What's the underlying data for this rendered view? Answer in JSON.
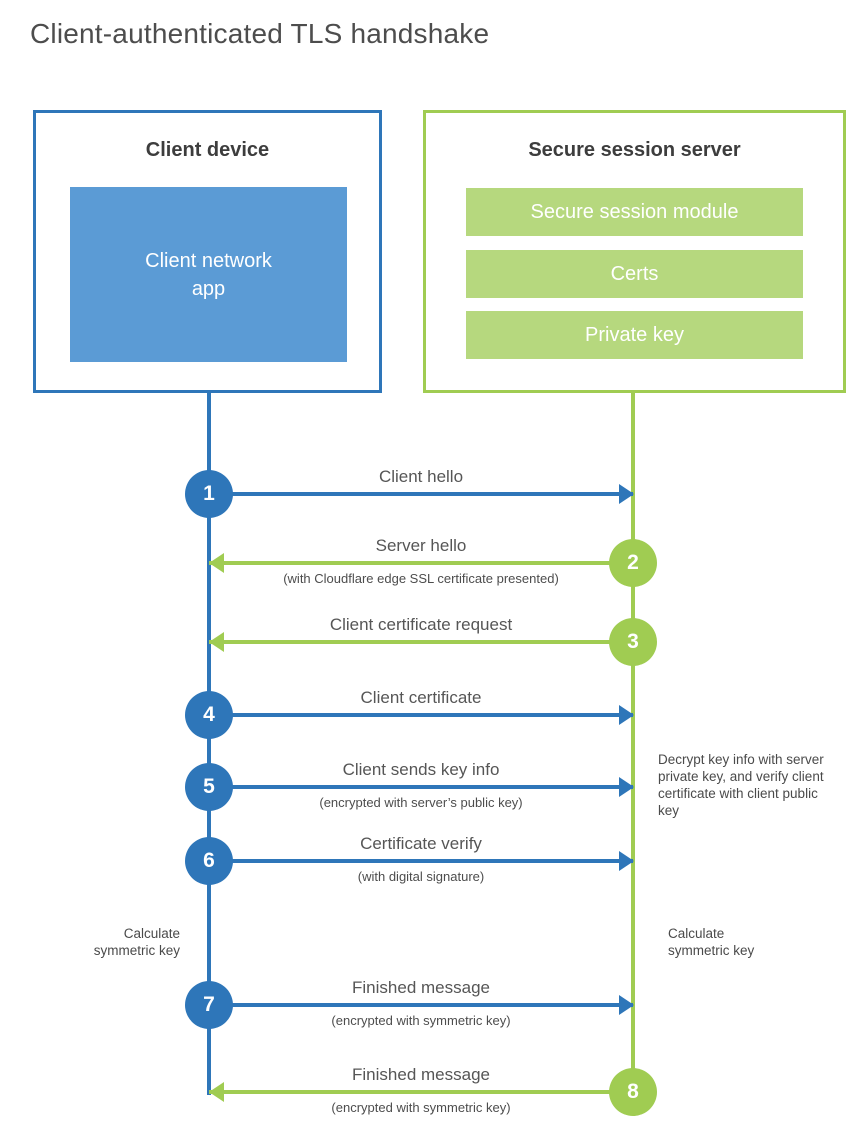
{
  "title": "Client-authenticated TLS handshake",
  "colors": {
    "client_accent": "#2e76b9",
    "client_fill": "#5b9bd5",
    "server_accent": "#a0cc52",
    "server_fill": "#b6d87e",
    "heading_text": "#3d3d3d",
    "label_text": "#565656"
  },
  "client_box": {
    "title": "Client device",
    "inner_label": "Client network app"
  },
  "server_box": {
    "title": "Secure session server",
    "modules": [
      "Secure session module",
      "Certs",
      "Private key"
    ]
  },
  "steps": [
    {
      "num": "1",
      "from": "client",
      "label": "Client hello",
      "sublabel": ""
    },
    {
      "num": "2",
      "from": "server",
      "label": "Server hello",
      "sublabel": "(with Cloudflare edge SSL certificate presented)"
    },
    {
      "num": "3",
      "from": "server",
      "label": "Client certificate request",
      "sublabel": ""
    },
    {
      "num": "4",
      "from": "client",
      "label": "Client certificate",
      "sublabel": ""
    },
    {
      "num": "5",
      "from": "client",
      "label": "Client sends key info",
      "sublabel": "(encrypted with server’s public key)"
    },
    {
      "num": "6",
      "from": "client",
      "label": "Certificate verify",
      "sublabel": "(with digital signature)"
    },
    {
      "num": "7",
      "from": "client",
      "label": "Finished message",
      "sublabel": "(encrypted with symmetric key)"
    },
    {
      "num": "8",
      "from": "server",
      "label": "Finished message",
      "sublabel": "(encrypted with symmetric key)"
    }
  ],
  "annotations": {
    "decrypt_note": "Decrypt key info with server private key, and verify client certificate with client public key",
    "calc_left": "Calculate symmetric key",
    "calc_right": "Calculate symmetric key"
  }
}
